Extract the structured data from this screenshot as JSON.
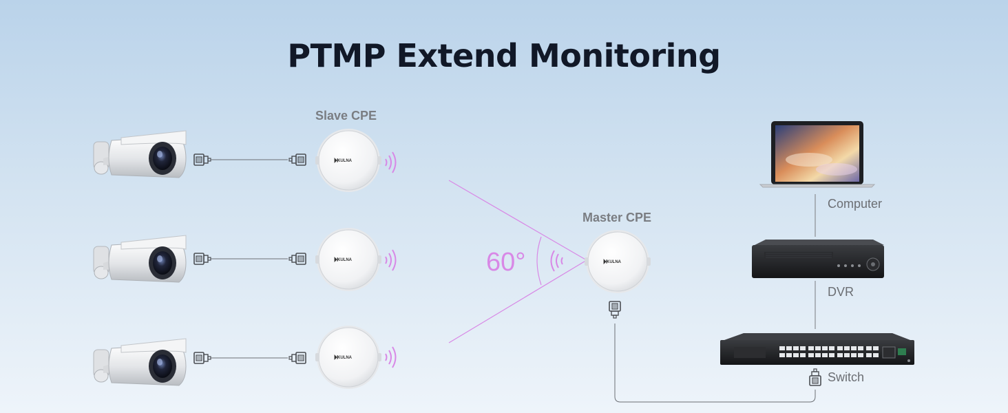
{
  "title": "PTMP Extend Monitoring",
  "labels": {
    "slave": "Slave CPE",
    "master": "Master CPE",
    "computer": "Computer",
    "dvr": "DVR",
    "switch": "Switch",
    "angle": "60°"
  },
  "brand": "KULNA",
  "colors": {
    "signal": "#d888e6",
    "cable": "#8a8d92",
    "title": "#111827"
  }
}
